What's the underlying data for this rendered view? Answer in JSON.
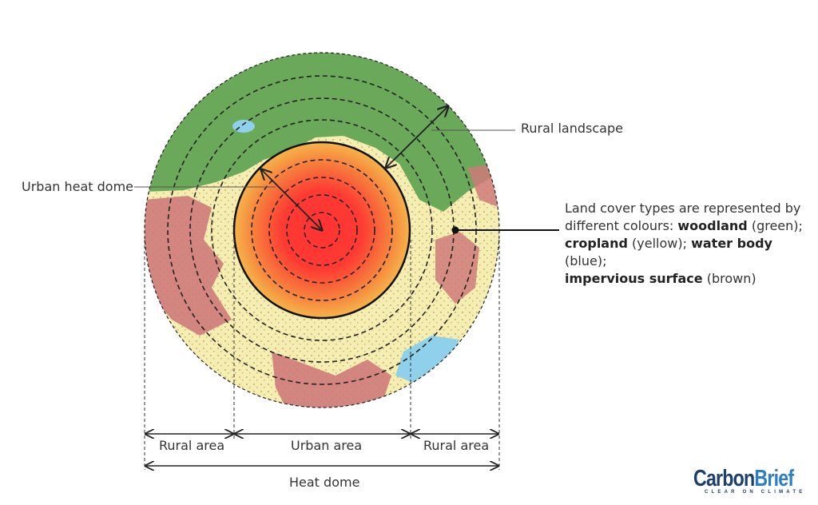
{
  "labels": {
    "urban_heat_dome": "Urban heat dome",
    "rural_landscape": "Rural landscape",
    "rural_area_left": "Rural area",
    "urban_area": "Urban area",
    "rural_area_right": "Rural area",
    "heat_dome": "Heat dome"
  },
  "note": {
    "line1": "Land cover types are represented by",
    "line2_pre": "different colours: ",
    "woodland": "woodland",
    "woodland_color": "(green);",
    "cropland": "cropland",
    "cropland_color": "(yellow);",
    "water": "water body",
    "water_color": "(blue);",
    "impervious": "impervious surface",
    "impervious_color": "(brown)"
  },
  "colors": {
    "woodland": "#6aa85a",
    "cropland": "#f4eeb0",
    "water": "#8fd0ea",
    "impervious": "#cf7a7a",
    "heat_center": "#ff3333",
    "heat_edge": "#f6b24a"
  },
  "logo": {
    "part1": "Carbon",
    "part2": "Brief",
    "tagline": "CLEAR ON CLIMATE"
  }
}
